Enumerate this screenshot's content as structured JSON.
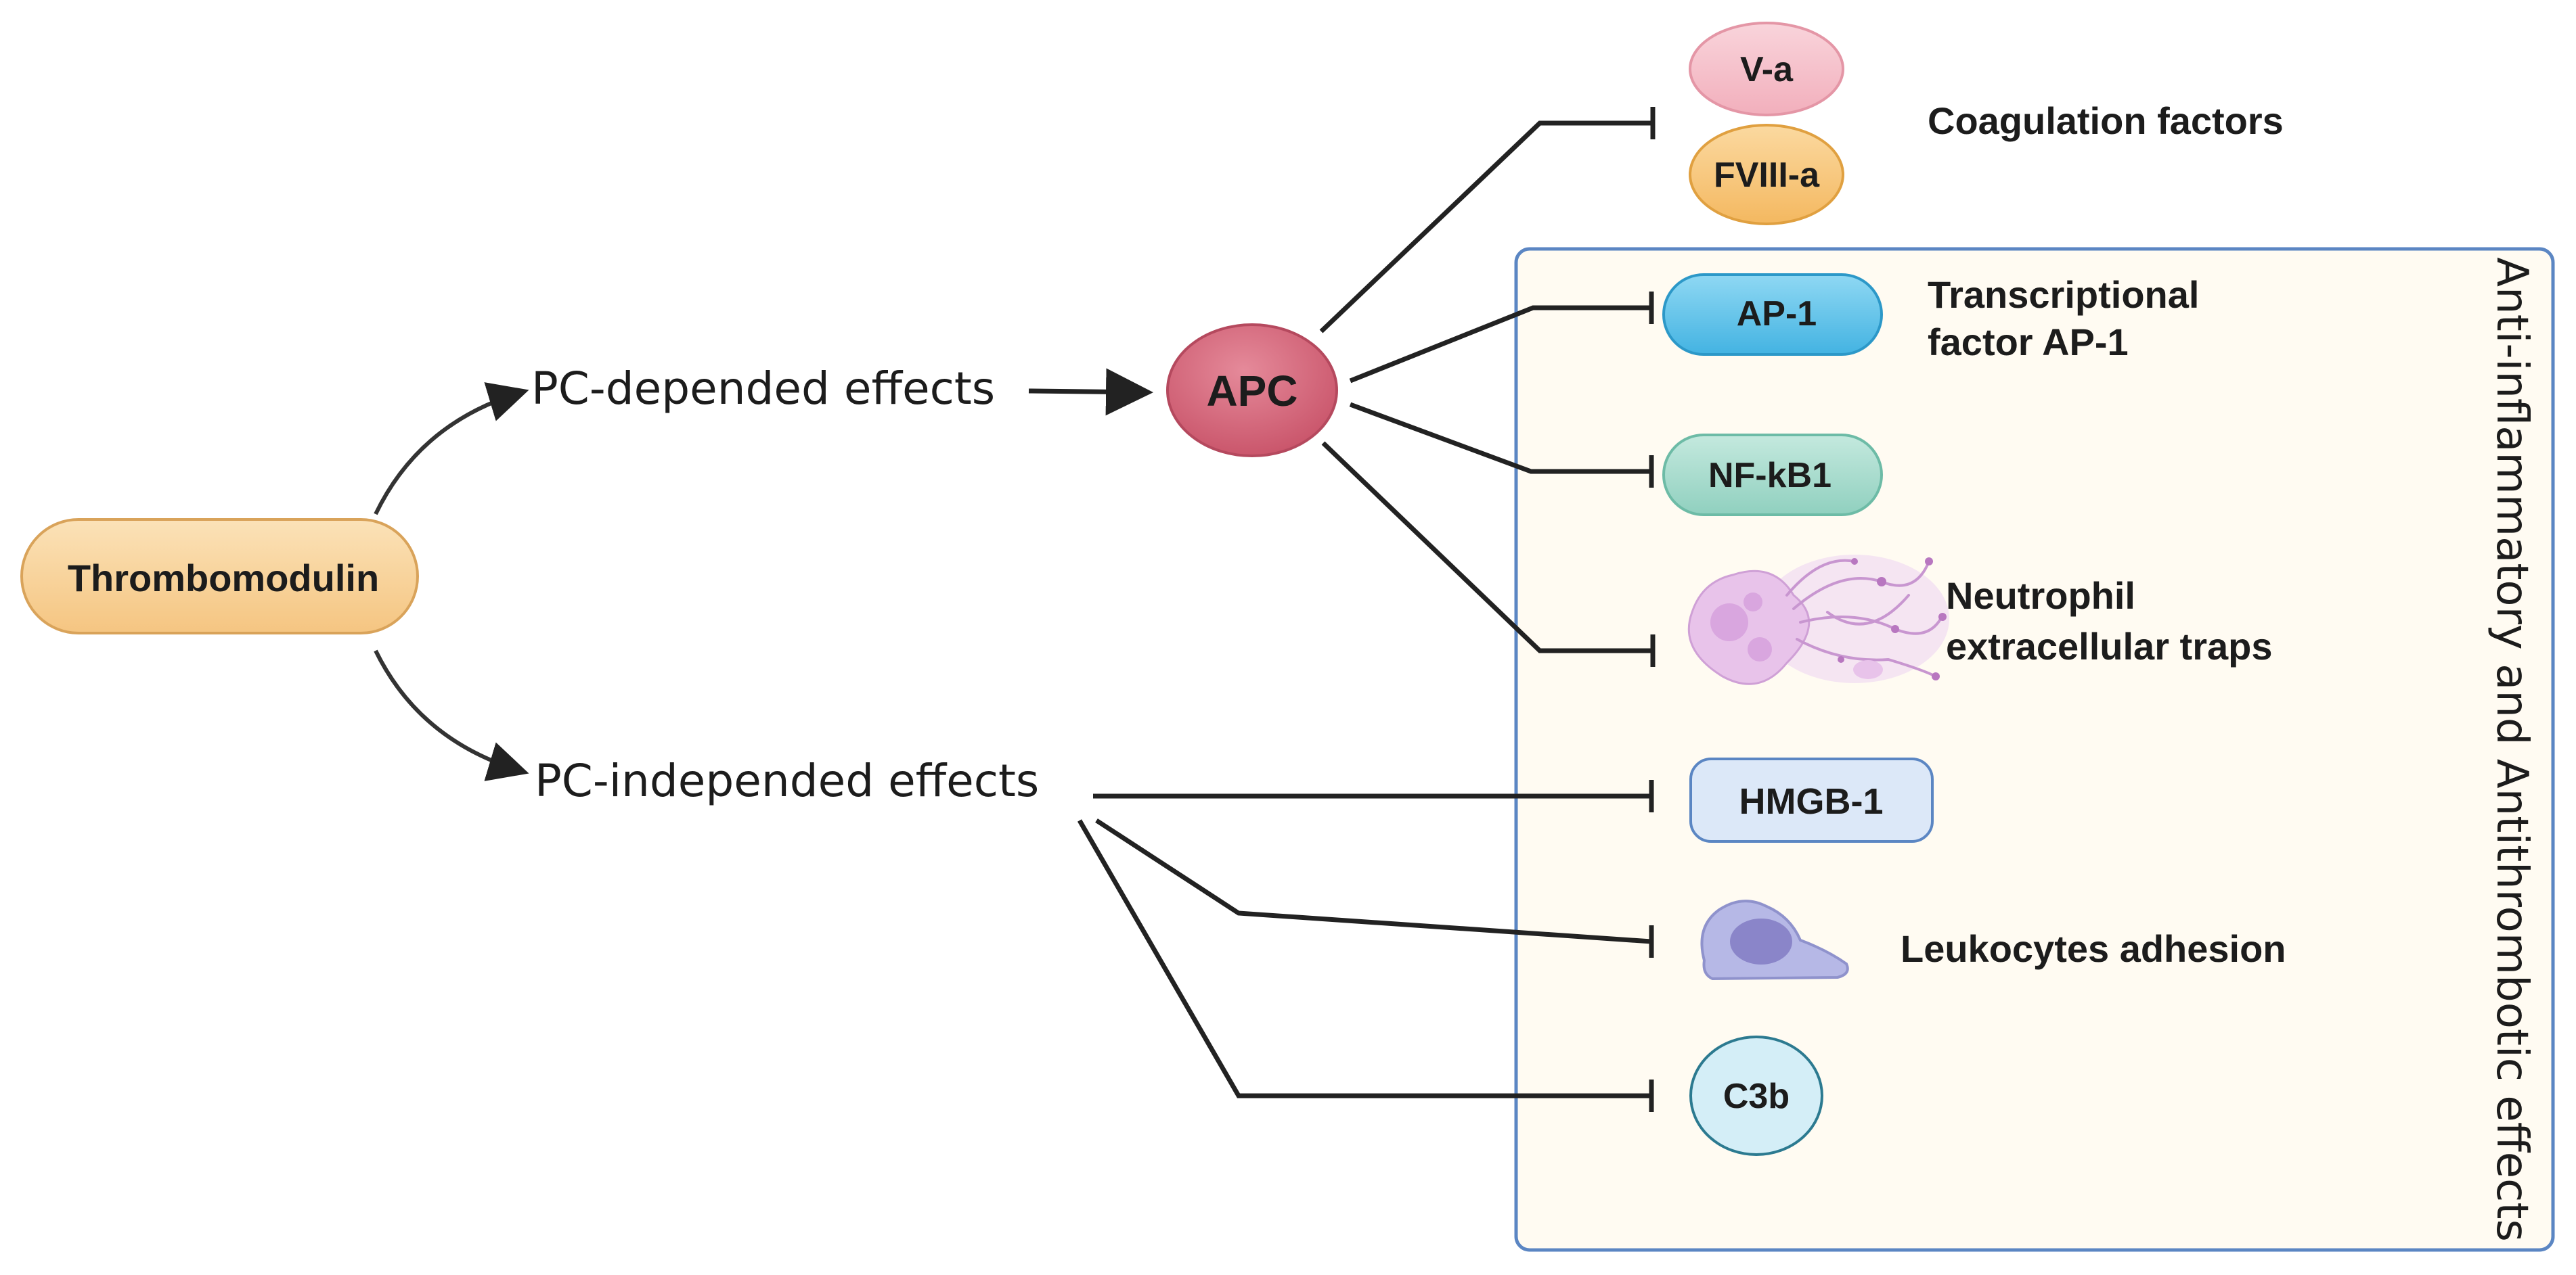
{
  "nodes": {
    "thrombomodulin": "Thrombomodulin",
    "apc": "APC",
    "va": "V-a",
    "fviiia": "FVIII-a",
    "ap1": "AP-1",
    "nfkb1": "NF-kB1",
    "hmgb1": "HMGB-1",
    "c3b": "C3b"
  },
  "branches": {
    "pc_dependent": "PC-depended effects",
    "pc_independent": "PC-independed effects"
  },
  "labels": {
    "coagulation": "Coagulation factors",
    "transcriptional_line1": "Transcriptional",
    "transcriptional_line2": "factor AP-1",
    "neutrophil_line1": "Neutrophil",
    "neutrophil_line2": "extracellular traps",
    "leukocytes": "Leukocytes adhesion"
  },
  "panel": {
    "title": "Anti-inflammatory and Antithrombotic effects"
  },
  "icons": {
    "neutrophil": "neutrophil-net-icon",
    "leukocyte": "leukocyte-cell-icon"
  },
  "colors": {
    "thrombomodulin": "#f8d39c",
    "apc": "#d56a7e",
    "va": "#f5c2cc",
    "fviiia": "#f7c87e",
    "ap1": "#62c6ec",
    "nfkb1": "#a9ddcf",
    "hmgb1": "#dce8f8",
    "c3b": "#d4eef7",
    "panel_bg": "#fffbf2",
    "panel_border": "#5b86c3"
  }
}
